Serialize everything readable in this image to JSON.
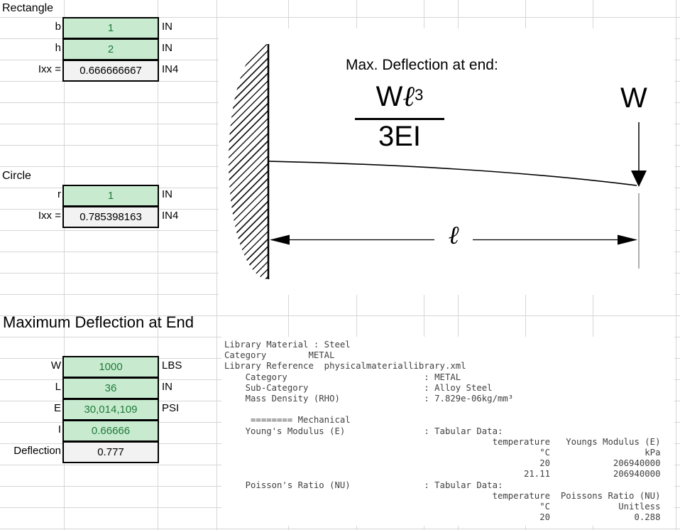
{
  "sheet": {
    "rectangle": {
      "title": "Rectangle",
      "rows": [
        {
          "label": "b",
          "value": "1",
          "unit": "IN"
        },
        {
          "label": "h",
          "value": "2",
          "unit": "IN"
        },
        {
          "label": "Ixx =",
          "value": "0.666666667",
          "unit": "IN4"
        }
      ]
    },
    "circle": {
      "title": "Circle",
      "rows": [
        {
          "label": "r",
          "value": "1",
          "unit": "IN"
        },
        {
          "label": "Ixx =",
          "value": "0.785398163",
          "unit": "IN4"
        }
      ]
    },
    "deflection": {
      "title": "Maximum Deflection at End",
      "rows": [
        {
          "label": "W",
          "value": "1000",
          "unit": "LBS"
        },
        {
          "label": "L",
          "value": "36",
          "unit": "IN"
        },
        {
          "label": "E",
          "value": "30,014,109",
          "unit": "PSI"
        },
        {
          "label": "I",
          "value": "0.66666",
          "unit": ""
        },
        {
          "label": "Deflection",
          "value": "0.777",
          "unit": ""
        }
      ]
    }
  },
  "diagram": {
    "caption": "Max. Deflection at end:",
    "formula_w": "W",
    "formula_l": "ℓ",
    "formula_exponent": "3",
    "formula_denominator": "3EI",
    "load_label": "W",
    "length_label": "ℓ"
  },
  "material_info": {
    "text": "Library Material : Steel\nCategory        METAL\nLibrary Reference  physicalmateriallibrary.xml\n    Category                          : METAL\n    Sub-Category                      : Alloy Steel\n    Mass Density (RHO)                : 7.829e-06kg/mm³\n\n     ======== Mechanical\n    Young's Modulus (E)               : Tabular Data:\n                                                   temperature   Youngs Modulus (E)\n                                                            °C                  kPa\n                                                            20            206940000\n                                                         21.11            206940000\n    Poisson's Ratio (NU)              : Tabular Data:\n                                                   temperature  Poissons Ratio (NU)\n                                                            °C             Unitless\n                                                            20                0.288"
  },
  "colors": {
    "input_fill": "#c8ebd0",
    "input_text": "#1f7a38",
    "output_fill": "#f2f2f2",
    "gridline": "#d6d6d6",
    "ink": "#000000",
    "mono_text": "#414141"
  }
}
